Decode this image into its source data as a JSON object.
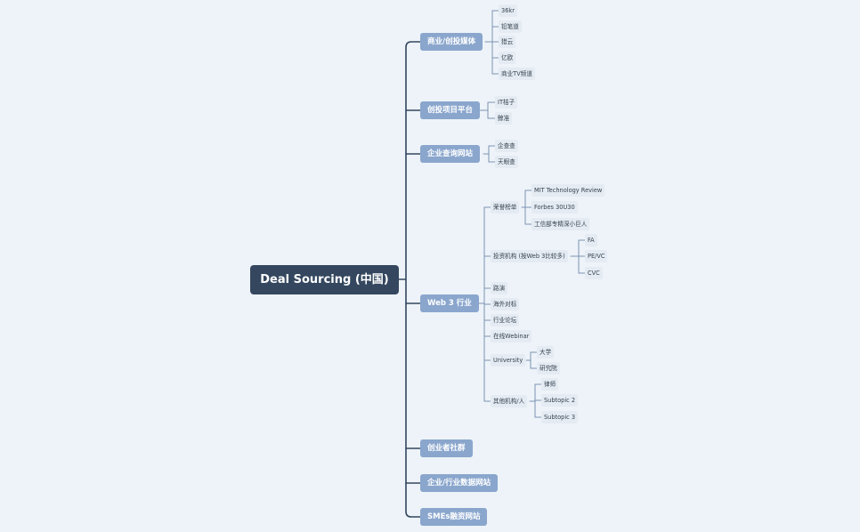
{
  "root": "Deal Sourcing (中国)",
  "l1": {
    "media": "商业/创投媒体",
    "platform": "创投项目平台",
    "query": "企业查询网站",
    "web3": "Web 3 行业",
    "community": "创业者社群",
    "industry_data": "企业/行业数据网站",
    "smes": "SMEs融资网站"
  },
  "media_items": [
    "36kr",
    "铅笔道",
    "猎云",
    "亿欧",
    "商业TV频道"
  ],
  "platform_items": [
    "IT桔子",
    "鲸准"
  ],
  "query_items": [
    "企查查",
    "天眼查"
  ],
  "web3": {
    "honor": "荣誉榜单",
    "honor_items": [
      "MIT Technology Review",
      "Forbes 30U30",
      "工信部专精深小巨人"
    ],
    "investors": "投资机构 (按Web 3比较多)",
    "investor_items": [
      "FA",
      "PE/VC",
      "CVC"
    ],
    "roadshow": "路演",
    "overseas": "海外对标",
    "forum": "行业论坛",
    "webinar": "在线Webinar",
    "university": "University",
    "university_items": [
      "大学",
      "研究院"
    ],
    "others": "其他机构/人",
    "others_items": [
      "律师",
      "Subtopic 2",
      "Subtopic 3"
    ]
  }
}
